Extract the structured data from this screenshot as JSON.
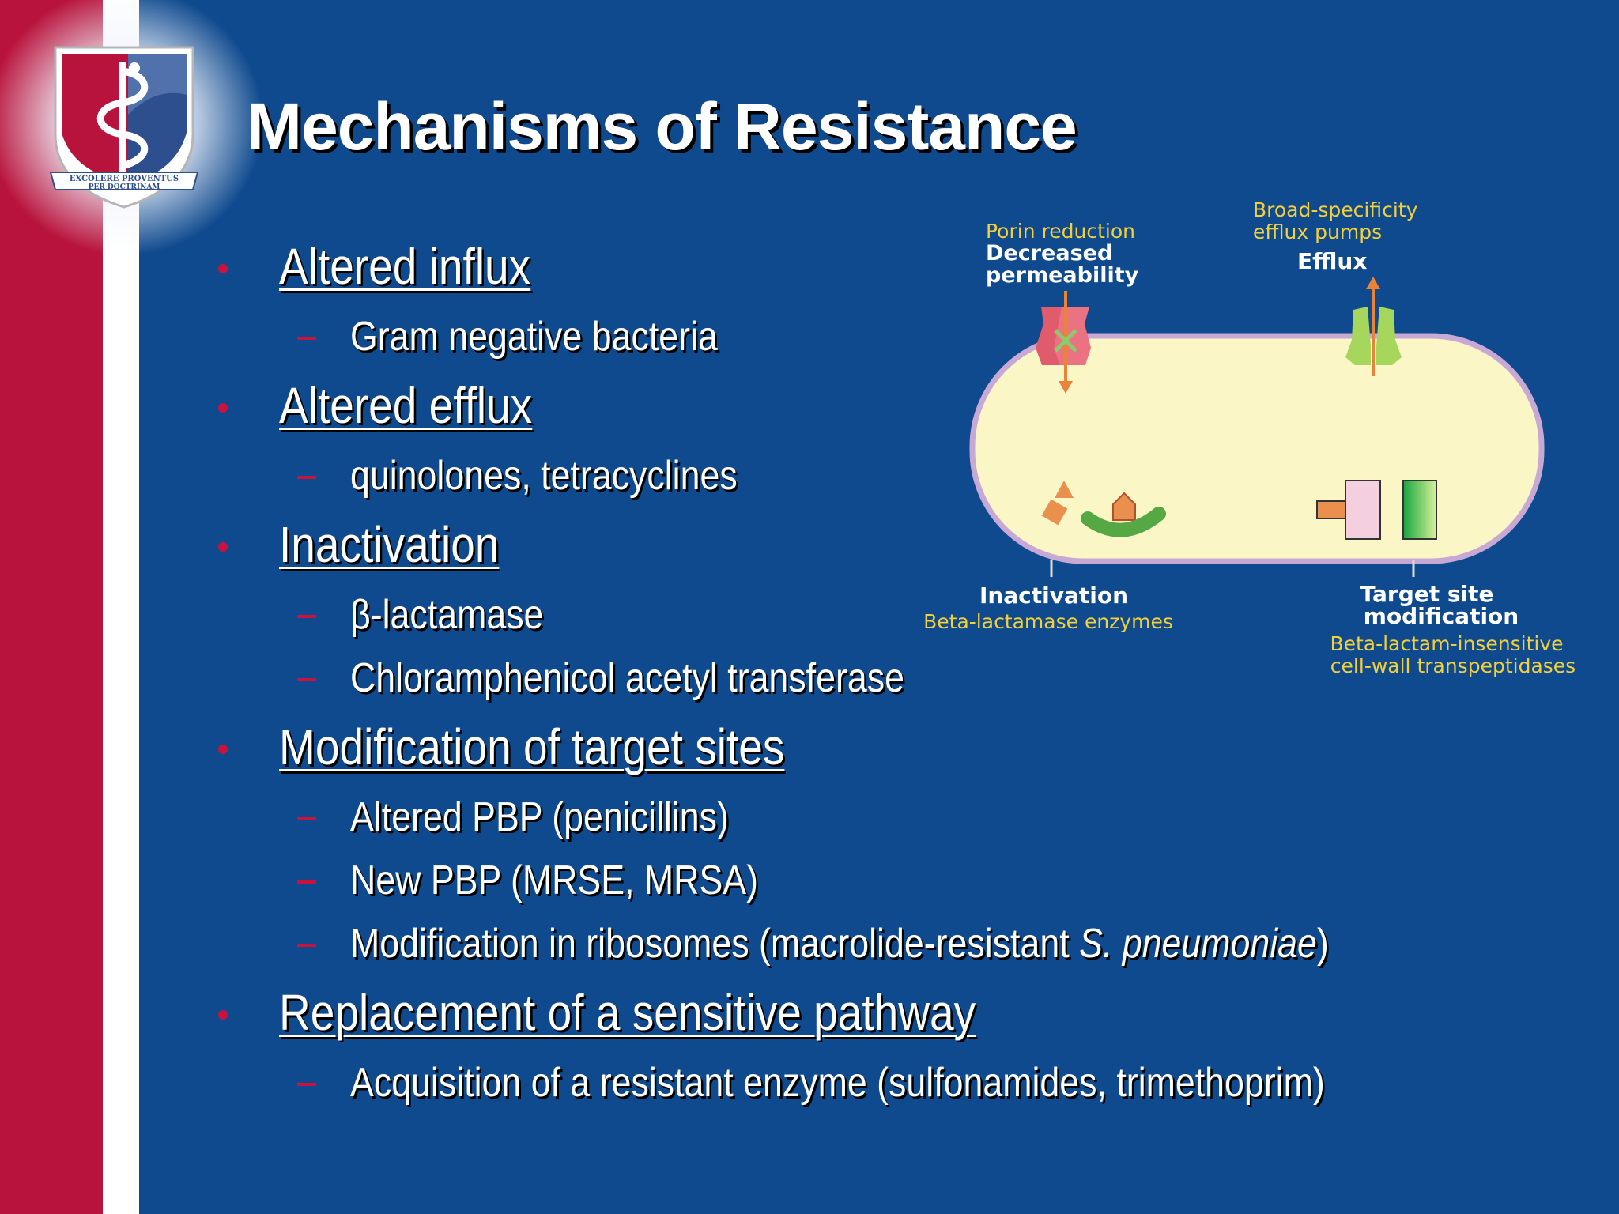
{
  "slide": {
    "title": "Mechanisms of Resistance",
    "logo_motto_line1": "EXCOLERE PROVENTUS",
    "logo_motto_line2": "PER DOCTRINAM"
  },
  "bullets": [
    {
      "label": "Altered influx",
      "subs": [
        {
          "text": "Gram negative bacteria"
        }
      ]
    },
    {
      "label": "Altered efflux",
      "subs": [
        {
          "text": "quinolones, tetracyclines"
        }
      ]
    },
    {
      "label": "Inactivation",
      "subs": [
        {
          "text": "β-lactamase"
        },
        {
          "text": "Chloramphenicol acetyl transferase"
        }
      ]
    },
    {
      "label": "Modification of target sites",
      "subs": [
        {
          "text": "Altered PBP (penicillins)"
        },
        {
          "text": "New PBP (MRSE, MRSA)"
        },
        {
          "text": "Modification in ribosomes (macrolide-resistant ",
          "italic": "S. pneumoniae",
          "after": ")"
        }
      ]
    },
    {
      "label": "Replacement of a sensitive pathway",
      "subs": [
        {
          "text": "Acquisition of a resistant enzyme (sulfonamides, trimethoprim)"
        }
      ]
    }
  ],
  "diagram": {
    "porin_small": "Porin reduction",
    "porin_bold_1": "Decreased",
    "porin_bold_2": "permeability",
    "efflux_small_1": "Broad-specificity",
    "efflux_small_2": "efflux pumps",
    "efflux_bold": "Efflux",
    "inact_bold": "Inactivation",
    "inact_small": "Beta-lactamase enzymes",
    "target_bold_1": "Target site",
    "target_bold_2": "modification",
    "target_small_1": "Beta-lactam-insensitive",
    "target_small_2": "cell-wall transpeptidases"
  },
  "colors": {
    "background": "#0f4a8e",
    "stripe_red": "#b8133c",
    "bullet_red": "#c9123d",
    "cell_fill": "#fbf6c6",
    "cell_outline": "#c8a8d4",
    "label_yellow": "#f2cf3c"
  }
}
